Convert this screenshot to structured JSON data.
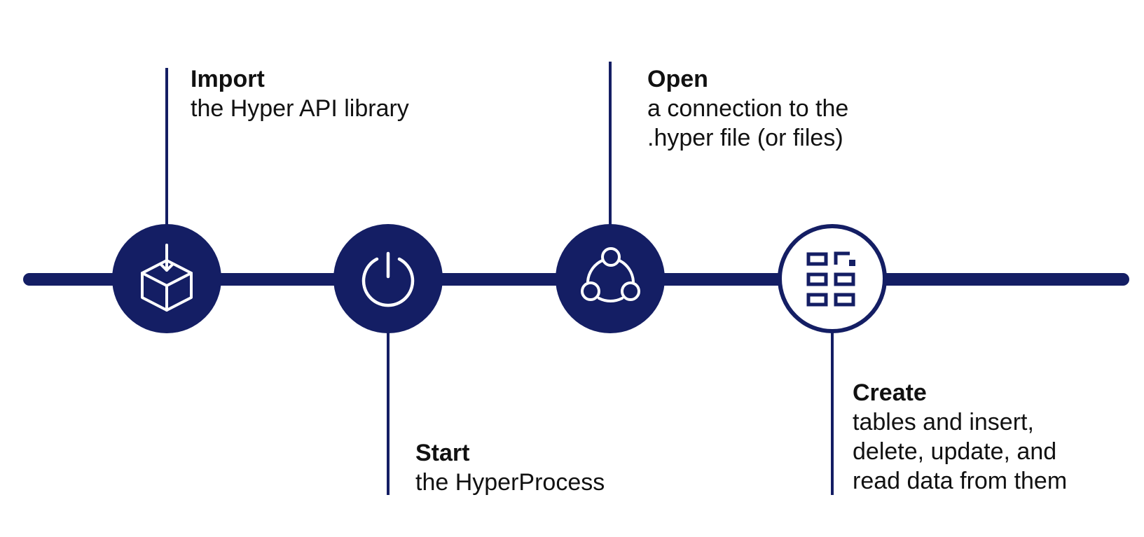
{
  "colors": {
    "navy": "#141e64",
    "white": "#ffffff",
    "text": "#111111"
  },
  "steps": [
    {
      "title": "Import",
      "lines": [
        "the Hyper API library"
      ],
      "icon": "box-download-icon",
      "style": "filled"
    },
    {
      "title": "Start",
      "lines": [
        "the HyperProcess"
      ],
      "icon": "power-icon",
      "style": "filled"
    },
    {
      "title": "Open",
      "lines": [
        "a connection to the",
        ".hyper file (or files)"
      ],
      "icon": "network-nodes-icon",
      "style": "filled"
    },
    {
      "title": "Create",
      "lines": [
        "tables and insert,",
        "delete, update, and",
        "read data from them"
      ],
      "icon": "data-grid-icon",
      "style": "outlined"
    }
  ]
}
